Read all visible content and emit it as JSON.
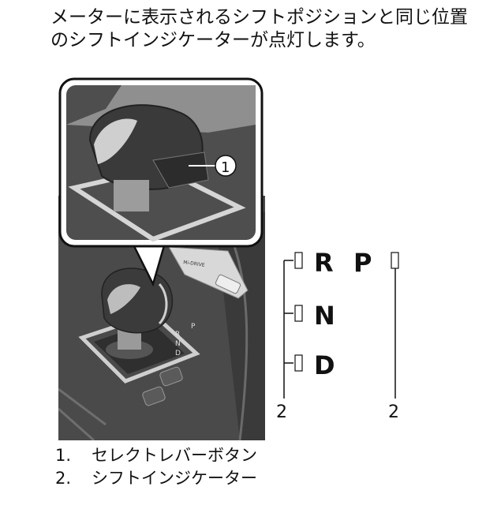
{
  "intro_text": "メーターに表示されるシフトポジションと同じ位置のシフトインジケーターが点灯します。",
  "figure": {
    "callout_number": "1",
    "panel_label": "Mi-DRIVE",
    "gate_labels": [
      "R",
      "P",
      "N",
      "D"
    ]
  },
  "indicator": {
    "letters": [
      "R",
      "P",
      "N",
      "D"
    ],
    "left_callout": "2",
    "right_callout": "2"
  },
  "captions": [
    {
      "num": "1.",
      "text": "セレクトレバーボタン"
    },
    {
      "num": "2.",
      "text": "シフトインジケーター"
    }
  ]
}
